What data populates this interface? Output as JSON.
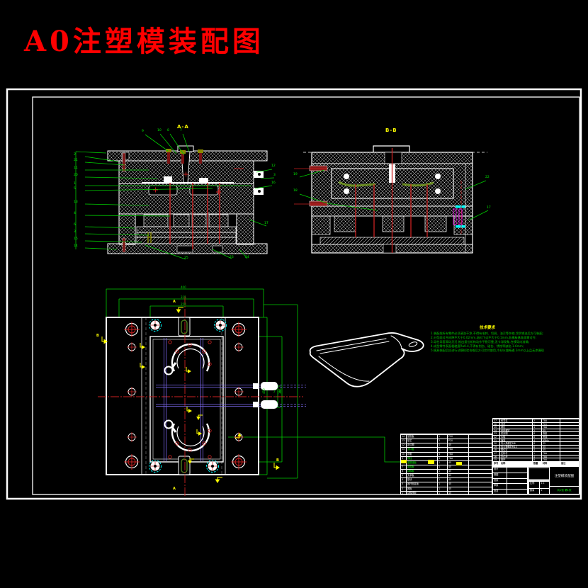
{
  "page_title": "A0注塑模装配图",
  "colors": {
    "background": "#000000",
    "title_red": "#ff0000",
    "line_white": "#ffffff",
    "leader_green": "#00cc00",
    "pin_red": "#cc2222",
    "marker_yellow": "#ffff00",
    "detail_cyan": "#00ffff",
    "detail_magenta": "#ff00ff",
    "cavity_olive": "#6b8e23"
  },
  "section_labels": {
    "left_view": "A-A",
    "right_view": "B-B"
  },
  "section_marks": [
    "A",
    "A",
    "B",
    "B"
  ],
  "notes": {
    "title": "技术要求",
    "items": [
      "1.装配前所有零件必须清洗干净,不得有毛刺、切屑、油污等杂物,涂防锈油后方可装配;",
      "2.分型面对合间隙不大于0.02mm,溢料飞边不大于0.1mm,各模板基准面需对齐;",
      "3.导柱导套滑动灵活,推出复位机构动作平稳可靠,无卡滞现象,合模导向准确;",
      "4.成型零件表面粗糙度Ra0.4,不得有划伤、碰伤、锈蚀等缺陷 1.6mm;",
      "5.模具装配后应进行试模检验合格后方可交付使用,冷却水路畅通 2mm以上且无渗漏现象。"
    ]
  },
  "callouts": {
    "left_view_left": [
      "2",
      "21",
      "11",
      "20",
      "1",
      "5",
      "13",
      "4",
      "6",
      "3",
      "15",
      "14"
    ],
    "left_view_top": [
      "9",
      "10",
      "8",
      "7"
    ],
    "left_view_bottom": [
      "25",
      "23",
      "24"
    ],
    "left_view_right": [
      "12",
      "3",
      "16",
      "17"
    ],
    "right_view_left": [
      "19",
      "18"
    ],
    "right_view_right": [
      "22",
      "17"
    ]
  },
  "dimensions": {
    "plan_top": [
      "400",
      "315",
      "250"
    ],
    "plan_right": [
      "450",
      "355"
    ],
    "plan_bracket": [
      "2",
      "8"
    ]
  },
  "bom_left": {
    "rows": [
      {
        "no": "14",
        "name": "型腔板",
        "qty": "1",
        "mat": "P20",
        "note": "",
        "g": false
      },
      {
        "no": "13",
        "name": "型芯",
        "qty": "2",
        "mat": "P20",
        "note": "",
        "g": false
      },
      {
        "no": "12",
        "name": "定位圈",
        "qty": "1",
        "mat": "45",
        "note": "",
        "g": false
      },
      {
        "no": "11",
        "name": "浇口套",
        "qty": "1",
        "mat": "T8A",
        "note": "",
        "g": true
      },
      {
        "no": "10",
        "name": "导套",
        "qty": "4",
        "mat": "T8A",
        "note": "",
        "g": false
      },
      {
        "no": "9",
        "name": "导柱",
        "qty": "4",
        "mat": "T8A",
        "note": "",
        "g": true
      },
      {
        "no": "8",
        "name": "定模座板",
        "qty": "1",
        "mat": "45",
        "note": "",
        "g": true
      },
      {
        "no": "7",
        "name": "定模板",
        "qty": "1",
        "mat": "45",
        "note": "",
        "g": true
      },
      {
        "no": "6",
        "name": "动模板",
        "qty": "1",
        "mat": "45",
        "note": "",
        "g": true
      },
      {
        "no": "5",
        "name": "支承板",
        "qty": "1",
        "mat": "45",
        "note": "",
        "g": false
      },
      {
        "no": "4",
        "name": "垫块",
        "qty": "2",
        "mat": "45",
        "note": "",
        "g": false
      },
      {
        "no": "3",
        "name": "推杆固定板",
        "qty": "1",
        "mat": "45",
        "note": "",
        "g": false
      },
      {
        "no": "2",
        "name": "推板",
        "qty": "1",
        "mat": "45",
        "note": "",
        "g": false
      },
      {
        "no": "1",
        "name": "动模座板",
        "qty": "1",
        "mat": "45",
        "note": "",
        "g": false
      }
    ]
  },
  "bom_right": {
    "header": [
      "序号",
      "名称",
      "数量",
      "材料",
      "备注"
    ],
    "rows": [
      {
        "no": "27",
        "name": "斜导柱",
        "qty": "2",
        "mat": "T8A",
        "note": ""
      },
      {
        "no": "26",
        "name": "滑块",
        "qty": "2",
        "mat": "P20",
        "note": ""
      },
      {
        "no": "25",
        "name": "销钉",
        "qty": "4",
        "mat": "T8A",
        "note": ""
      },
      {
        "no": "24",
        "name": "吊环螺钉",
        "qty": "2",
        "mat": "35",
        "note": ""
      },
      {
        "no": "23",
        "name": "密封圈",
        "qty": "8",
        "mat": "橡胶",
        "note": ""
      },
      {
        "no": "22",
        "name": "水嘴",
        "qty": "8",
        "mat": "黄铜",
        "note": ""
      },
      {
        "no": "21",
        "name": "弹簧",
        "qty": "4",
        "mat": "65Mn",
        "note": ""
      },
      {
        "no": "20",
        "name": "内六角螺钉M8",
        "qty": "8",
        "mat": "35",
        "note": ""
      },
      {
        "no": "19",
        "name": "内六角螺钉M12",
        "qty": "8",
        "mat": "35",
        "note": ""
      },
      {
        "no": "18",
        "name": "限位钉",
        "qty": "4",
        "mat": "45",
        "note": ""
      },
      {
        "no": "17",
        "name": "拉料杆",
        "qty": "1",
        "mat": "T8A",
        "note": ""
      },
      {
        "no": "16",
        "name": "复位杆",
        "qty": "4",
        "mat": "T8A",
        "note": ""
      },
      {
        "no": "15",
        "name": "推杆",
        "qty": "8",
        "mat": "T8A",
        "note": ""
      }
    ]
  },
  "title_block": {
    "fields": [
      "设计",
      "制图",
      "校核",
      "审核",
      "批准"
    ],
    "fields2": [
      {
        "label": "比例",
        "value": "1:1"
      },
      {
        "label": "数量",
        "value": "2"
      }
    ],
    "drawing_title": "注塑模装配图",
    "sheet_info": "共1张 第1张"
  }
}
